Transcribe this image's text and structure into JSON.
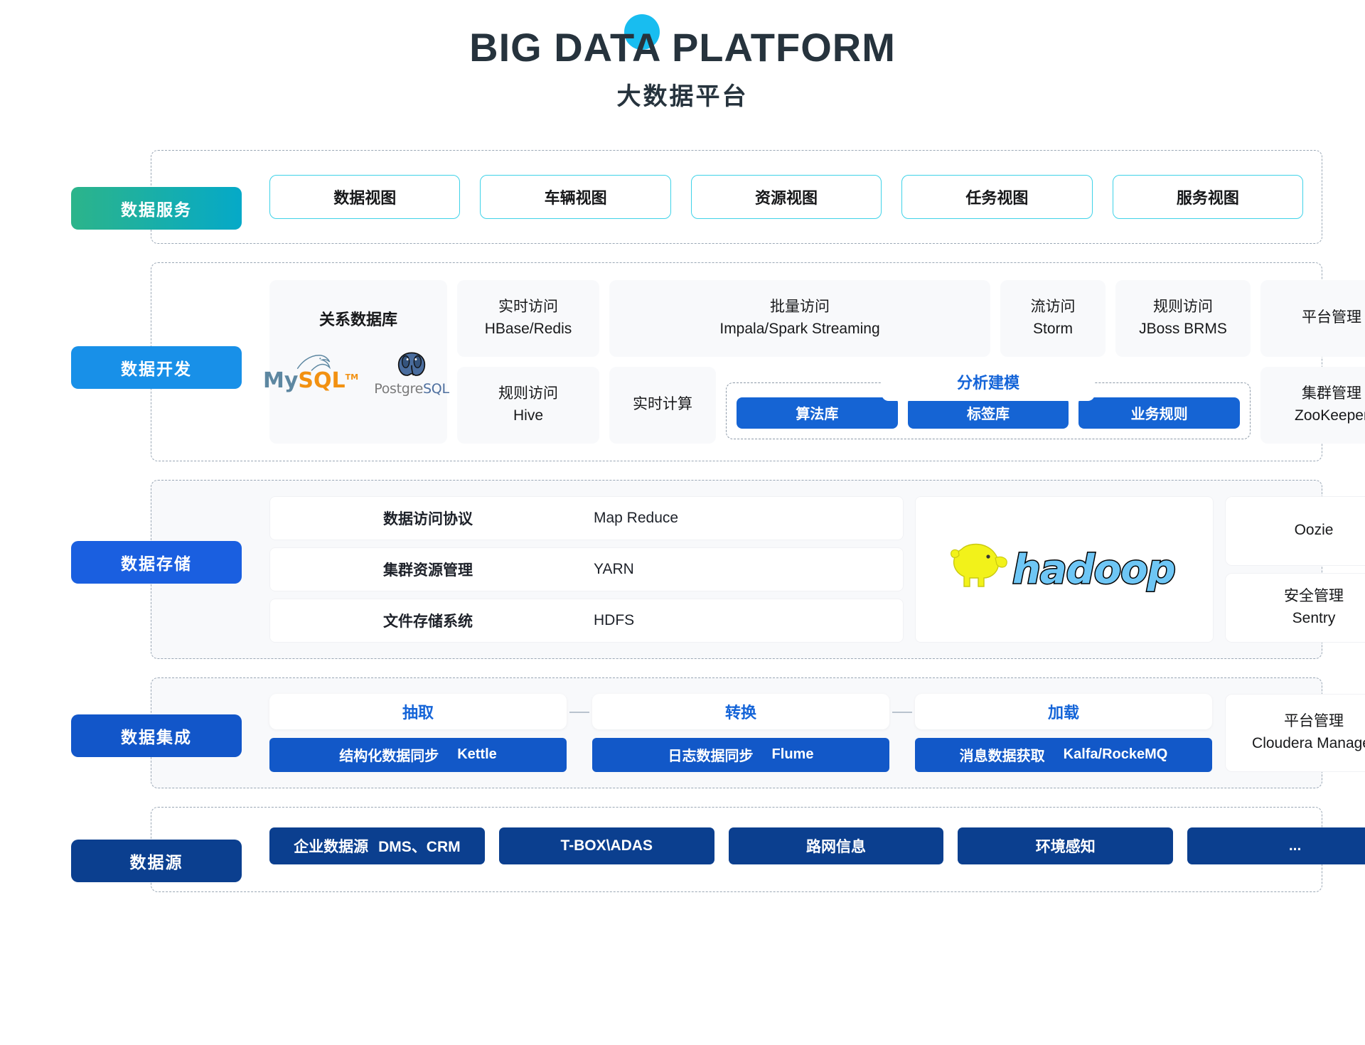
{
  "title": {
    "main": "BIG DATA PLATFORM",
    "sub": "大数据平台"
  },
  "colors": {
    "service_gradient_from": "#2cb48a",
    "service_gradient_to": "#05a9c8",
    "dev_label": "#1890e8",
    "store_label": "#1a5fe0",
    "integ_label": "#1256c9",
    "source_label": "#0b3f8f",
    "view_border": "#3fd2e8",
    "accent_blue": "#1464d8",
    "title_dot": "#18bdf0"
  },
  "bands": {
    "service": {
      "label": "数据服务",
      "views": [
        "数据视图",
        "车辆视图",
        "资源视图",
        "任务视图",
        "服务视图"
      ]
    },
    "development": {
      "label": "数据开发",
      "relational": {
        "title": "关系数据库",
        "logos": [
          {
            "name": "mysql-logo",
            "text_a": "My",
            "text_b": "SQL",
            "tm": "TM"
          },
          {
            "name": "postgresql-logo",
            "text_a": "Postgre",
            "text_b": "SQL"
          }
        ]
      },
      "cards": [
        {
          "l1": "实时访问",
          "l2": "HBase/Redis"
        },
        {
          "l1": "批量访问",
          "l2": "Impala/Spark Streaming"
        },
        {
          "l1": "流访问",
          "l2": "Storm"
        },
        {
          "l1": "规则访问",
          "l2": "JBoss BRMS"
        },
        {
          "l1": "平台管理",
          "l2": ""
        },
        {
          "l1": "规则访问",
          "l2": "Hive"
        },
        {
          "l1": "实时计算",
          "l2": ""
        },
        {
          "l1": "集群管理",
          "l2": "ZooKeeper"
        }
      ],
      "analysis": {
        "title": "分析建模",
        "items": [
          "算法库",
          "标签库",
          "业务规则"
        ]
      }
    },
    "storage": {
      "label": "数据存储",
      "rows": [
        {
          "key": "数据访问协议",
          "value": "Map Reduce"
        },
        {
          "key": "集群资源管理",
          "value": "YARN"
        },
        {
          "key": "文件存储系统",
          "value": "HDFS"
        }
      ],
      "logo": {
        "name": "hadoop-logo",
        "text": "hadoop"
      },
      "side": [
        {
          "l1": "Oozie",
          "l2": ""
        },
        {
          "l1": "安全管理",
          "l2": "Sentry"
        }
      ]
    },
    "integration": {
      "label": "数据集成",
      "items": [
        {
          "head": "抽取",
          "bar_left": "结构化数据同步",
          "bar_right": "Kettle"
        },
        {
          "head": "转换",
          "bar_left": "日志数据同步",
          "bar_right": "Flume"
        },
        {
          "head": "加载",
          "bar_left": "消息数据获取",
          "bar_right": "Kalfa/RockeMQ"
        }
      ],
      "side": {
        "l1": "平台管理",
        "l2": "Cloudera Manager"
      }
    },
    "source": {
      "label": "数据源",
      "items": [
        {
          "a": "企业数据源",
          "b": "DMS、CRM"
        },
        {
          "a": "T-BOX\\ADAS",
          "b": ""
        },
        {
          "a": "路网信息",
          "b": ""
        },
        {
          "a": "环境感知",
          "b": ""
        },
        {
          "a": "...",
          "b": ""
        }
      ]
    }
  }
}
